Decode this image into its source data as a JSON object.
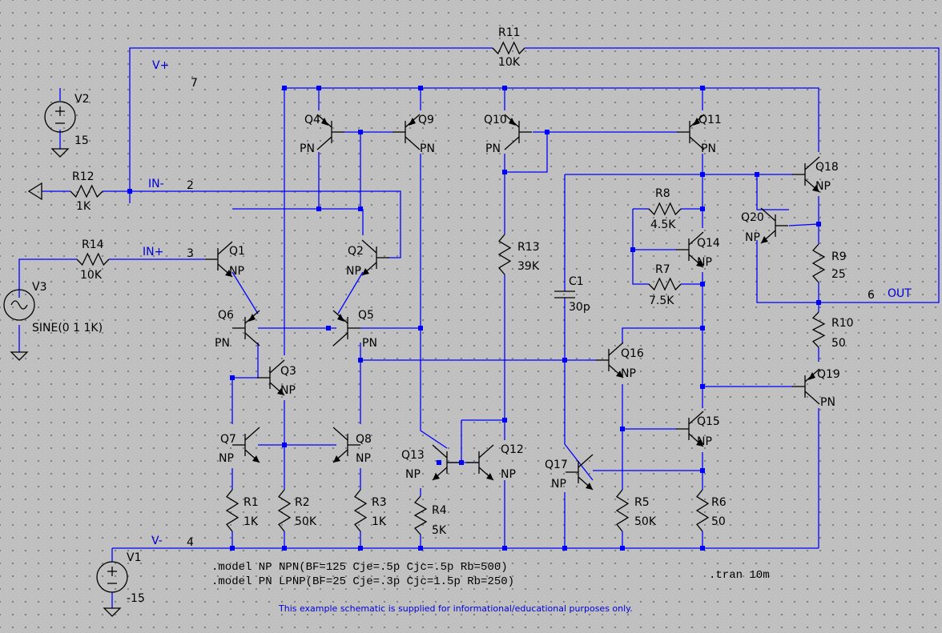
{
  "colors": {
    "background": "#c0c0c0",
    "grid_dot": "#6e6e6e",
    "wire": "#0000ff",
    "component": "#000000",
    "net_label": "#0000d8"
  },
  "nets": [
    {
      "name": "V+",
      "number": "7"
    },
    {
      "name": "IN-",
      "number": "2"
    },
    {
      "name": "IN+",
      "number": "3"
    },
    {
      "name": "V-",
      "number": "4"
    },
    {
      "name": "OUT",
      "number": "6"
    }
  ],
  "resistors": [
    {
      "ref": "R11",
      "value": "10K"
    },
    {
      "ref": "R12",
      "value": "1K"
    },
    {
      "ref": "R14",
      "value": "10K"
    },
    {
      "ref": "R13",
      "value": "39K"
    },
    {
      "ref": "R8",
      "value": "4.5K"
    },
    {
      "ref": "R7",
      "value": "7.5K"
    },
    {
      "ref": "R9",
      "value": "25"
    },
    {
      "ref": "R10",
      "value": "50"
    },
    {
      "ref": "R1",
      "value": "1K"
    },
    {
      "ref": "R2",
      "value": "50K"
    },
    {
      "ref": "R3",
      "value": "1K"
    },
    {
      "ref": "R4",
      "value": "5K"
    },
    {
      "ref": "R5",
      "value": "50K"
    },
    {
      "ref": "R6",
      "value": "50"
    }
  ],
  "capacitors": [
    {
      "ref": "C1",
      "value": "30p"
    }
  ],
  "sources": [
    {
      "ref": "V1",
      "value": "-15"
    },
    {
      "ref": "V2",
      "value": "15"
    },
    {
      "ref": "V3",
      "value": "SINE(0 1 1K)"
    }
  ],
  "transistors": [
    {
      "ref": "Q1",
      "model": "NP"
    },
    {
      "ref": "Q2",
      "model": "NP"
    },
    {
      "ref": "Q3",
      "model": "NP"
    },
    {
      "ref": "Q4",
      "model": "PN"
    },
    {
      "ref": "Q5",
      "model": "PN"
    },
    {
      "ref": "Q6",
      "model": "PN"
    },
    {
      "ref": "Q7",
      "model": "NP"
    },
    {
      "ref": "Q8",
      "model": "NP"
    },
    {
      "ref": "Q9",
      "model": "PN"
    },
    {
      "ref": "Q10",
      "model": "PN"
    },
    {
      "ref": "Q11",
      "model": "PN"
    },
    {
      "ref": "Q12",
      "model": "NP"
    },
    {
      "ref": "Q13",
      "model": "NP"
    },
    {
      "ref": "Q14",
      "model": "NP"
    },
    {
      "ref": "Q15",
      "model": "NP"
    },
    {
      "ref": "Q16",
      "model": "NP"
    },
    {
      "ref": "Q17",
      "model": "NP"
    },
    {
      "ref": "Q18",
      "model": "NP"
    },
    {
      "ref": "Q19",
      "model": "PN"
    },
    {
      "ref": "Q20",
      "model": "NP"
    }
  ],
  "directives": [
    ".model NP NPN(BF=125 Cje=.5p Cjc=.5p Rb=500)",
    ".model PN LPNP(BF=25 Cje=.3p Cjc=1.5p Rb=250)",
    ".tran 10m"
  ],
  "disclaimer": "This example schematic is supplied for informational/educational purposes only."
}
